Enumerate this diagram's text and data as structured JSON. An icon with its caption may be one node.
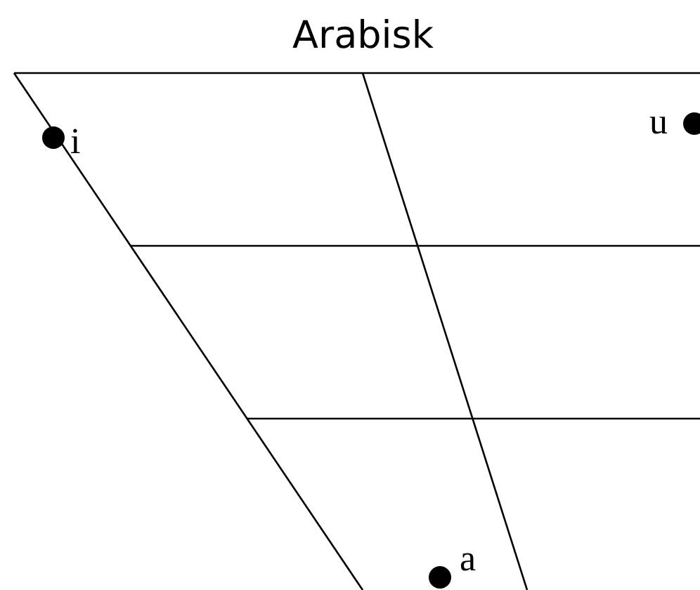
{
  "diagram": {
    "title": "Arabisk",
    "labels": [
      "i",
      "u",
      "a"
    ]
  }
}
